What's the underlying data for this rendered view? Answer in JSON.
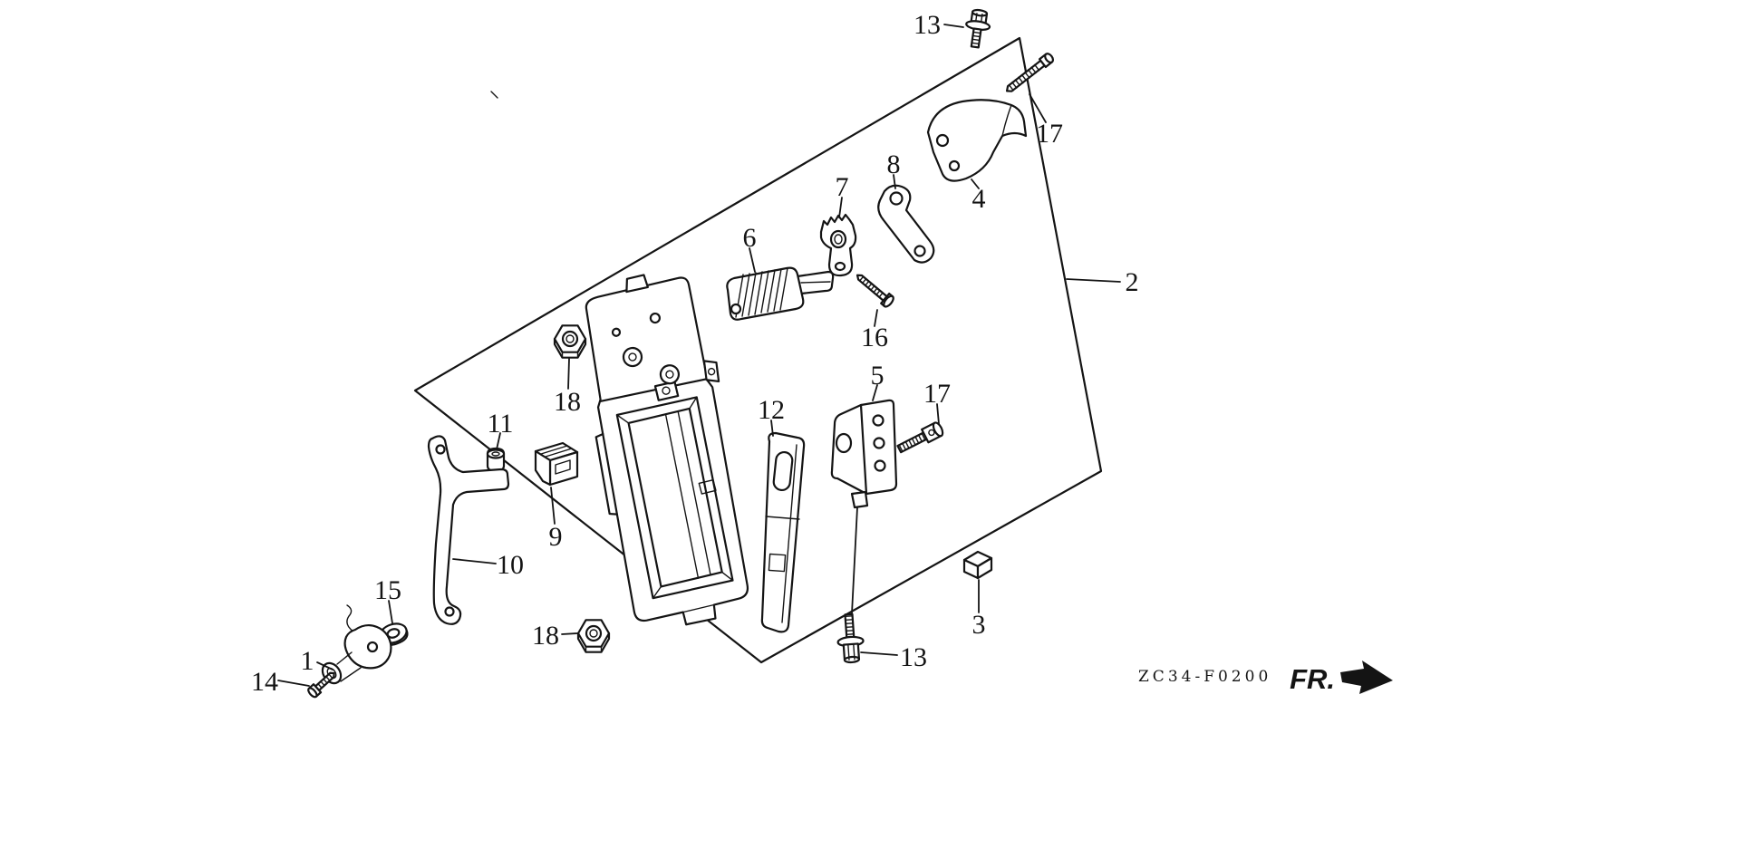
{
  "diagram": {
    "callouts": {
      "n13_top": "13",
      "n17_top": "17",
      "n4": "4",
      "n8": "8",
      "n7": "7",
      "n6": "6",
      "n2": "2",
      "n16": "16",
      "n18_top": "18",
      "n11": "11",
      "n9": "9",
      "n12": "12",
      "n5": "5",
      "n17_mid": "17",
      "n10": "10",
      "n15": "15",
      "n1": "1",
      "n14": "14",
      "n18_bottom": "18",
      "n13_bottom": "13",
      "n3": "3"
    },
    "code": "ZC34-F0200",
    "fr_label": "FR."
  }
}
